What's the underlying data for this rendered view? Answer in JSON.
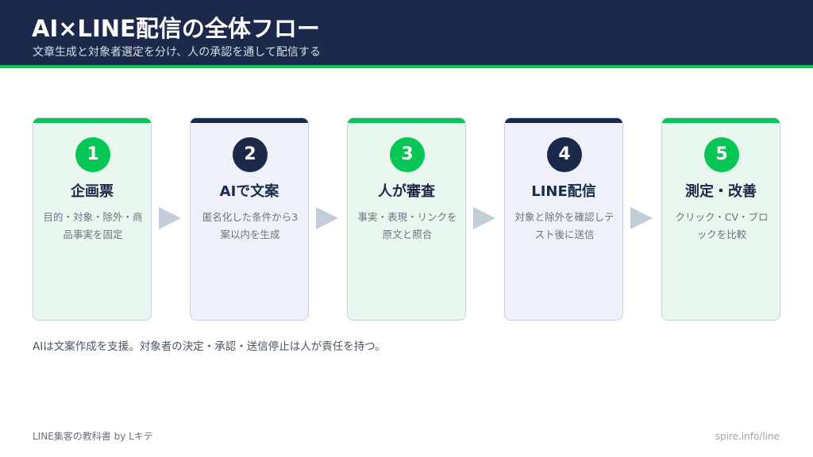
{
  "header": {
    "title": "AI×LINE配信の全体フロー",
    "subtitle": "文章生成と対象者選定を分け、人の承認を通して配信する"
  },
  "steps": [
    {
      "number": "1",
      "title": "企画票",
      "description": "目的・対象・除外・商品事実を固定",
      "theme": "green"
    },
    {
      "number": "2",
      "title": "AIで文案",
      "description": "匿名化した条件から3案以内を生成",
      "theme": "navy"
    },
    {
      "number": "3",
      "title": "人が審査",
      "description": "事実・表現・リンクを原文と照合",
      "theme": "green"
    },
    {
      "number": "4",
      "title": "LINE配信",
      "description": "対象と除外を確認しテスト後に送信",
      "theme": "navy"
    },
    {
      "number": "5",
      "title": "測定・改善",
      "description": "クリック・CV・ブロックを比較",
      "theme": "green"
    }
  ],
  "note": "AIは文案作成を支援。対象者の決定・承認・送信停止は人が責任を持つ。",
  "footer": {
    "left": "LINE集客の教科書 by Lキテ",
    "right": "spire.info/line"
  },
  "colors": {
    "navy": "#1b2a4a",
    "green": "#06c755",
    "green_card": "#e8f8ee",
    "navy_card": "#eef1f9",
    "arrow": "#c3ccd9"
  }
}
